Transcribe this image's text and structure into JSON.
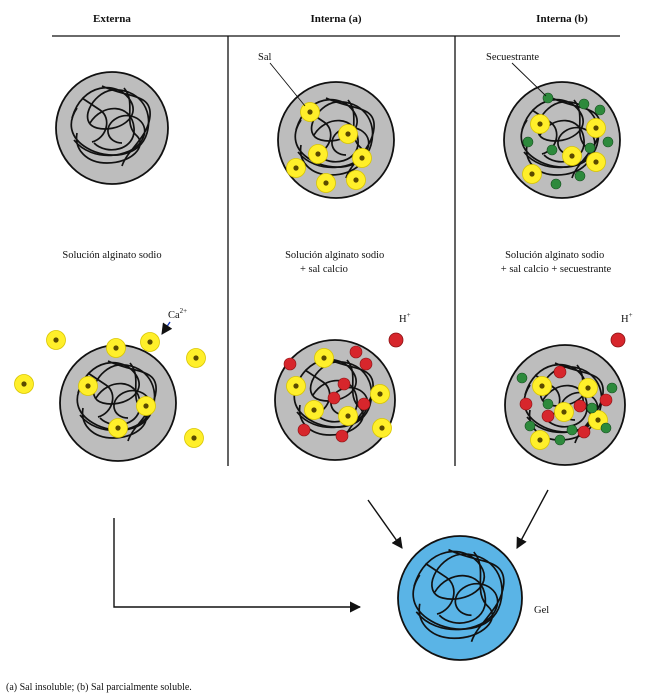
{
  "headers": {
    "external": "Externa",
    "internal_a": "Interna (a)",
    "internal_b": "Interna (b)"
  },
  "labels": {
    "salt": "Sal",
    "sequestrant": "Secuestrante",
    "calcium_ion": "Ca",
    "calcium_charge": "2+",
    "proton": "H",
    "proton_charge": "+",
    "gel": "Gel"
  },
  "captions": {
    "external": [
      "Solución alginato sodio"
    ],
    "internal_a": [
      "Solución alginato sodio",
      "+ sal calcio"
    ],
    "internal_b": [
      "Solución alginato sodio",
      "+ sal calcio + secuestrante"
    ]
  },
  "footnote": "(a) Sal insoluble; (b) Sal parcialmente soluble.",
  "colors": {
    "circle_fill": "#bdbdbd",
    "gel_fill": "#5ab4e6",
    "ion_yellow": "#ffef2a",
    "proton_red": "#d7262c",
    "sequestrant_green": "#2d8a3c",
    "line": "#111111"
  }
}
